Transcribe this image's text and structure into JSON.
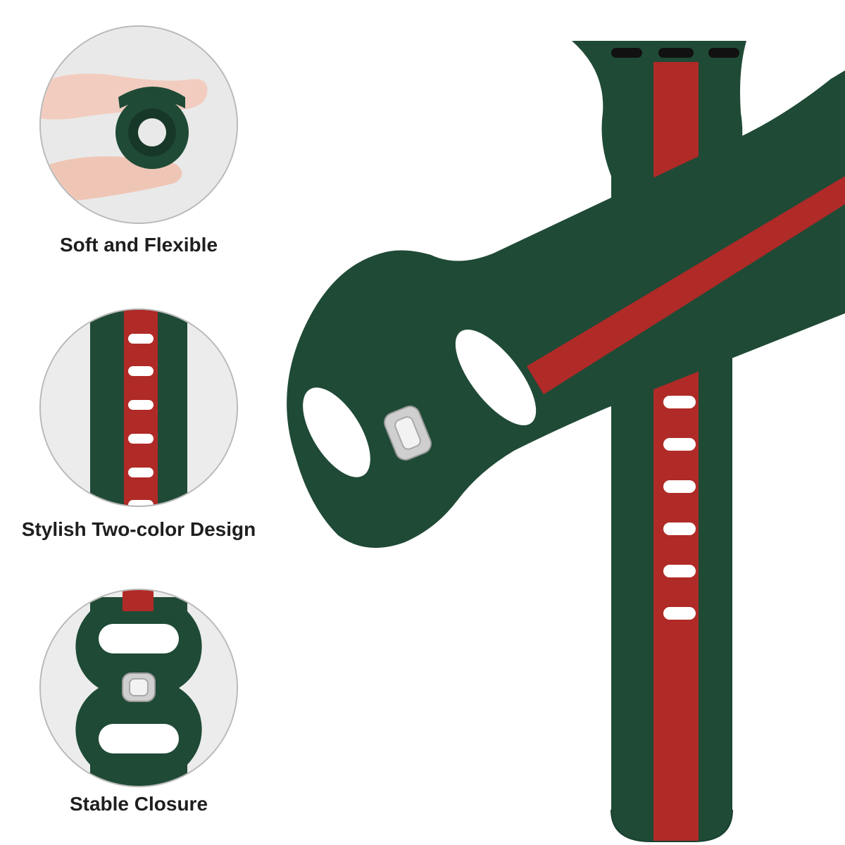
{
  "features": [
    {
      "caption": "Soft and Flexible"
    },
    {
      "caption": "Stylish Two-color Design"
    },
    {
      "caption": "Stable Closure"
    }
  ],
  "colors": {
    "band_green": "#1f4a36",
    "stripe_red": "#b02a27",
    "background": "#ffffff",
    "circle_border": "#b9b9b9"
  }
}
